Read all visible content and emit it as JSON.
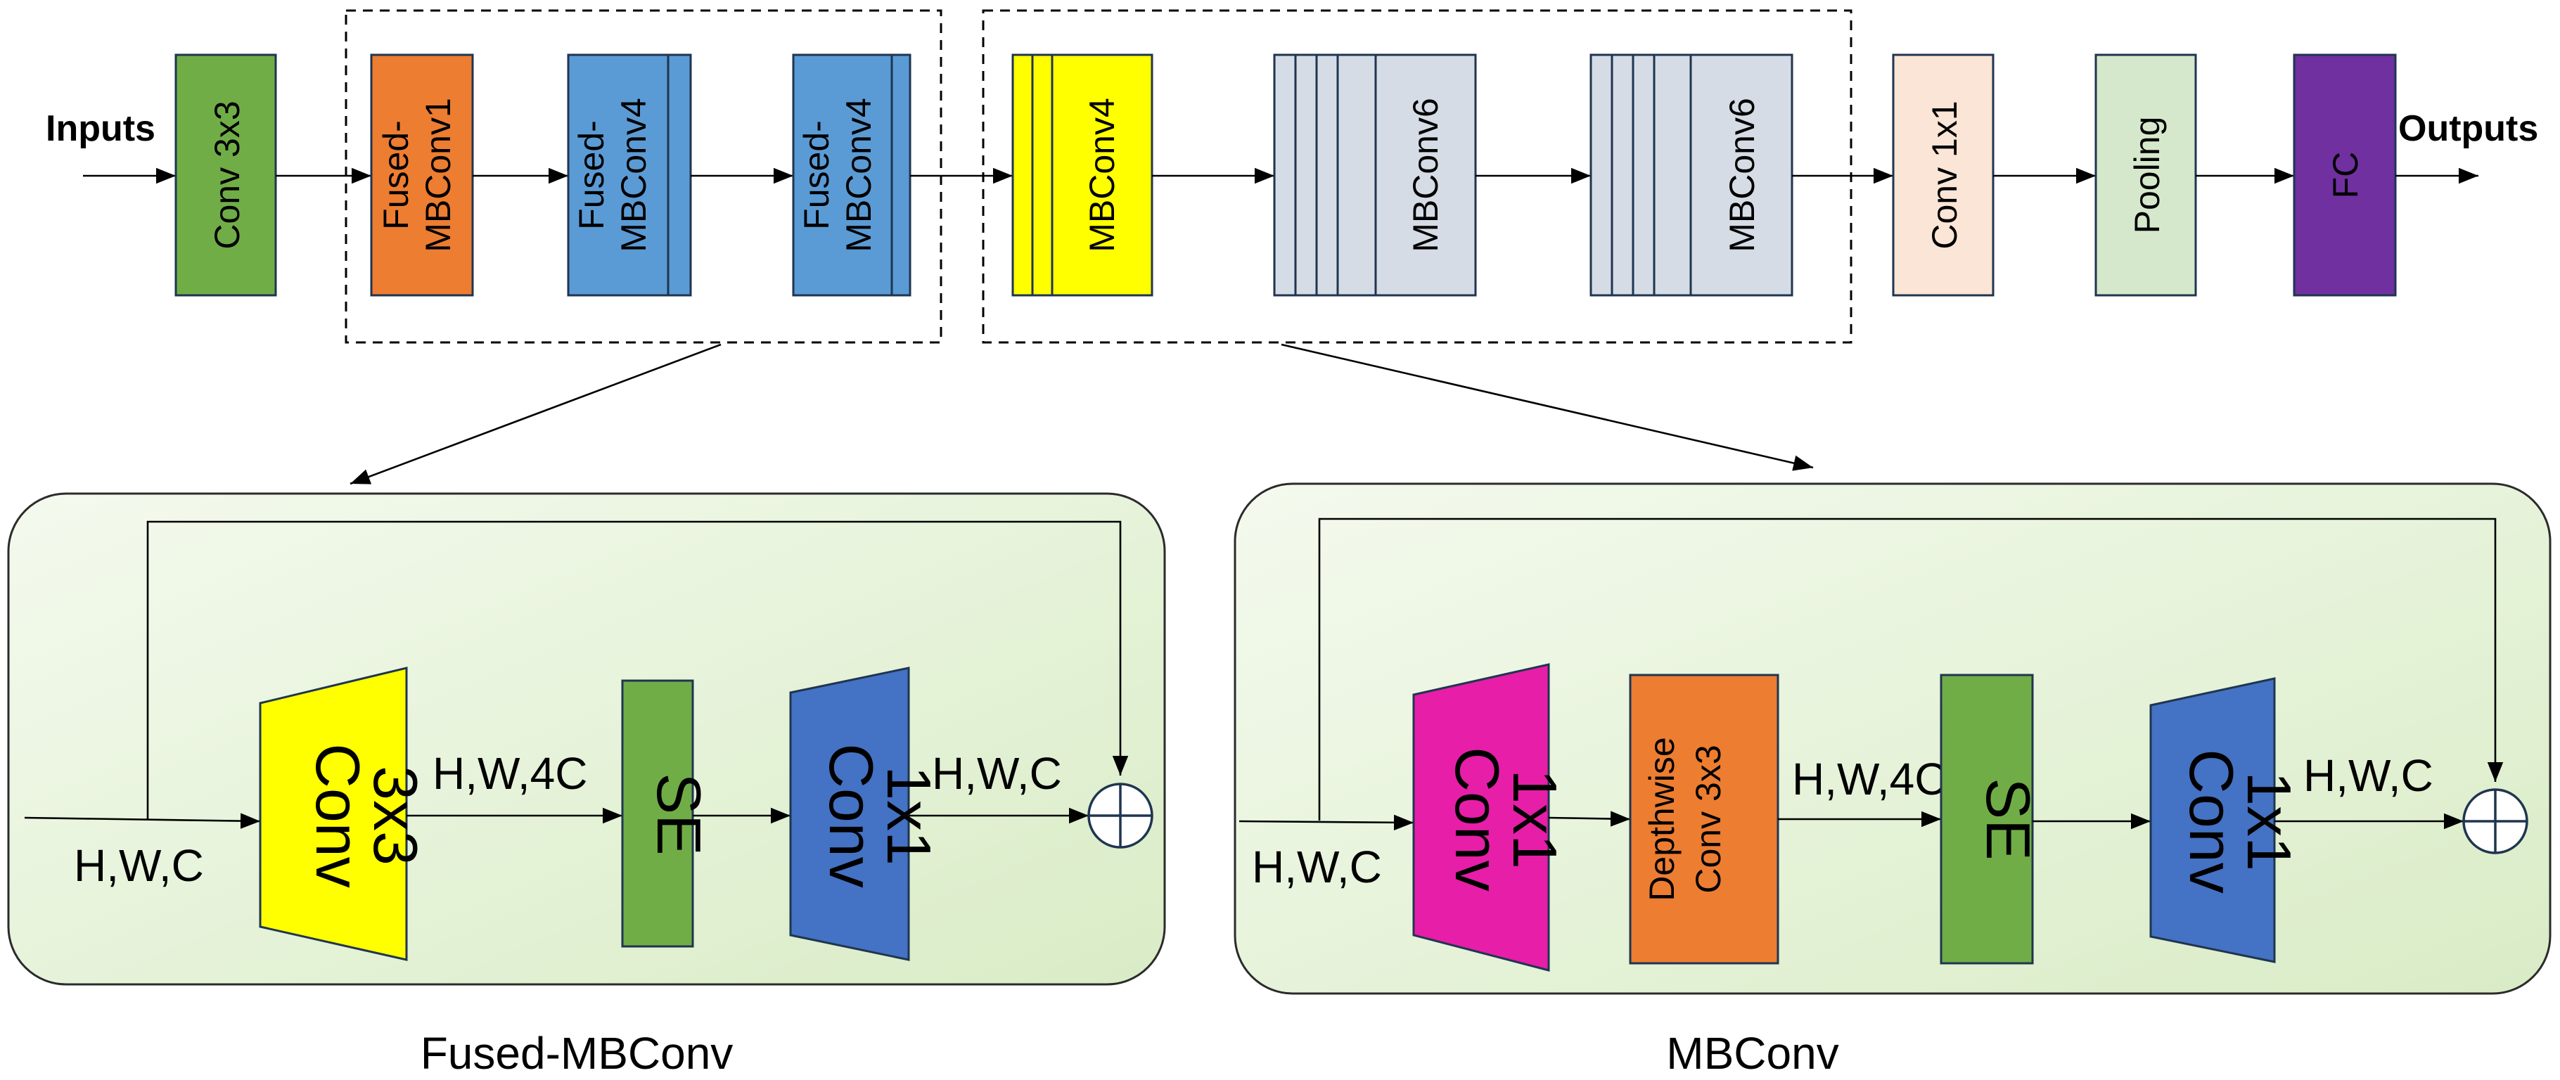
{
  "labels": {
    "inputs": "Inputs",
    "outputs": "Outputs",
    "conv3x3": "Conv 3x3",
    "fused1": [
      "Fused-",
      "MBConv1"
    ],
    "fused4a": [
      "Fused-",
      "MBConv4"
    ],
    "fused4b": [
      "Fused-",
      "MBConv4"
    ],
    "mbconv4": "MBConv4",
    "mbconv6a": "MBConv6",
    "mbconv6b": "MBConv6",
    "conv1x1": "Conv 1x1",
    "pooling": "Pooling",
    "fc": "FC"
  },
  "fused_panel": {
    "caption": "Fused-MBConv",
    "in_shape": "H,W,C",
    "conv_line1": "Conv",
    "conv_line2": "3x3",
    "mid_shape": "H,W,4C",
    "se": "SE",
    "proj_line1": "Conv",
    "proj_line2": "1x1",
    "out_shape": "H,W,C"
  },
  "mb_panel": {
    "caption": "MBConv",
    "in_shape": "H,W,C",
    "expand_line1": "Conv",
    "expand_line2": "1x1",
    "dw_line1": "Depthwise",
    "dw_line2": "Conv 3x3",
    "mid_shape": "H,W,4C",
    "se": "SE",
    "proj_line1": "Conv",
    "proj_line2": "1x1",
    "out_shape": "H,W,C"
  },
  "colors": {
    "conv_green": "#70ad47",
    "fused_orange": "#ed7d31",
    "fused_blue": "#5b9bd5",
    "mbconv_yellow": "#ffff00",
    "mbconv_gray": "#d6dce5",
    "conv1x1_peach": "#fbe5d6",
    "pooling_green": "#d5e8cc",
    "fc_purple": "#7030a0",
    "proj_blue": "#4472c4",
    "expand_magenta": "#e61ea8"
  }
}
